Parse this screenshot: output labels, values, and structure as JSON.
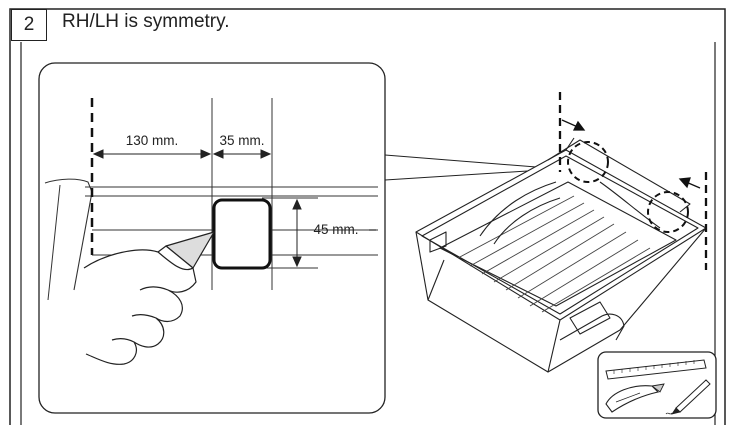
{
  "step": {
    "number": "2",
    "title": "RH/LH is symmetry."
  },
  "detail": {
    "dim_width_left": "130 mm.",
    "dim_width_cut": "35 mm.",
    "dim_height_cut": "45 mm."
  },
  "icons": [
    "dashed-cut-line-icon",
    "ruler-icon",
    "utility-knife-icon",
    "pencil-icon",
    "drawer-icon",
    "hand-icon"
  ],
  "colors": {
    "line": "#222222",
    "background": "#ffffff"
  }
}
